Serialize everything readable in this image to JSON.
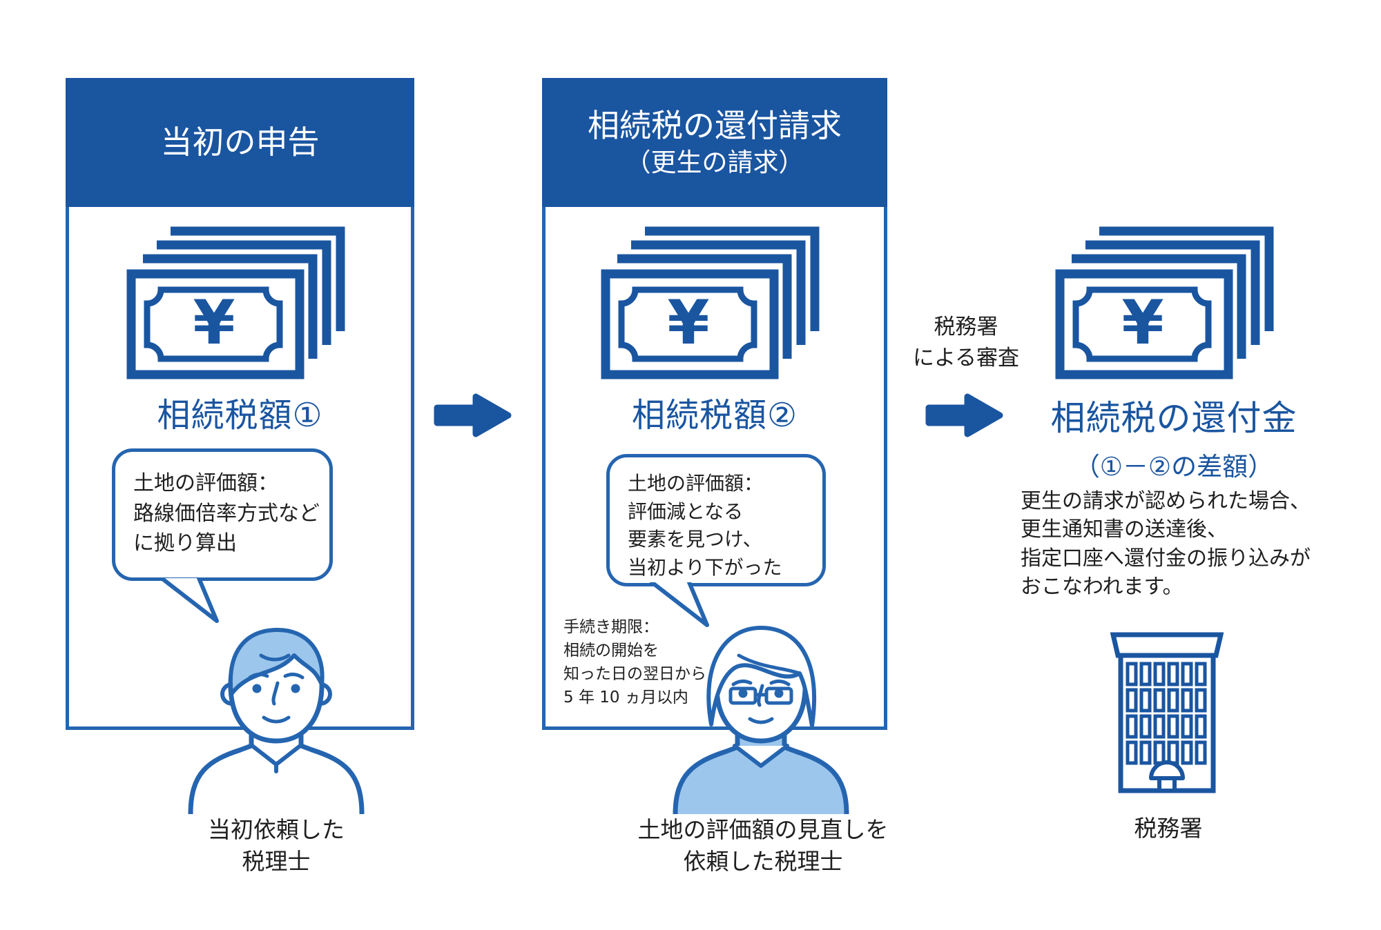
{
  "colors": {
    "primary_blue": "#1a55a0",
    "line_blue": "#2565b0",
    "light_blue": "#9cc6ec",
    "text_black": "#1f1f1f",
    "background": "#ffffff"
  },
  "panel1": {
    "header": "当初の申告",
    "amount": "相続税額①",
    "bubble": "土地の評価額：\n路線価倍率方式など\nに拠り算出",
    "caption": "当初依頼した\n税理士"
  },
  "panel2": {
    "header_line1": "相続税の還付請求",
    "header_line2": "（更生の請求）",
    "amount": "相続税額②",
    "bubble": "土地の評価額：\n評価減となる\n要素を見つけ、\n当初より下がった",
    "deadline": "手続き期限：\n相続の開始を\n知った日の翌日から\n5 年 10 ヵ月以内",
    "caption": "土地の評価額の見直しを\n依頼した税理士"
  },
  "flow": {
    "review_label": "税務署\nによる審査"
  },
  "result": {
    "title": "相続税の還付金",
    "subtitle": "（①－②の差額）",
    "description": "更生の請求が認められた場合、\n更生通知書の送達後、\n指定口座へ還付金の振り込みが\nおこなわれます。",
    "caption": "税務署"
  },
  "icons": {
    "money": "yen-banknotes",
    "arrow": "flow-arrow",
    "man": "male-tax-accountant",
    "woman": "female-tax-accountant",
    "building": "tax-office-building"
  }
}
